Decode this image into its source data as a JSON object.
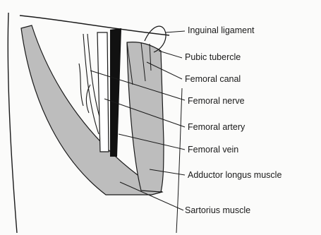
{
  "figure": {
    "labels": {
      "inguinal_ligament": "Inguinal ligament",
      "pubic_tubercle": "Pubic tubercle",
      "femoral_canal": "Femoral canal",
      "femoral_nerve": "Femoral nerve",
      "femoral_artery": "Femoral artery",
      "femoral_vein": "Femoral vein",
      "adductor_longus_muscle": "Adductor longus muscle",
      "sartorius_muscle": "Sartorius muscle"
    }
  },
  "colors": {
    "ink": "#1a1a1a",
    "muscle_shading": "#bdbdbd",
    "background": "#fbfbfa"
  }
}
